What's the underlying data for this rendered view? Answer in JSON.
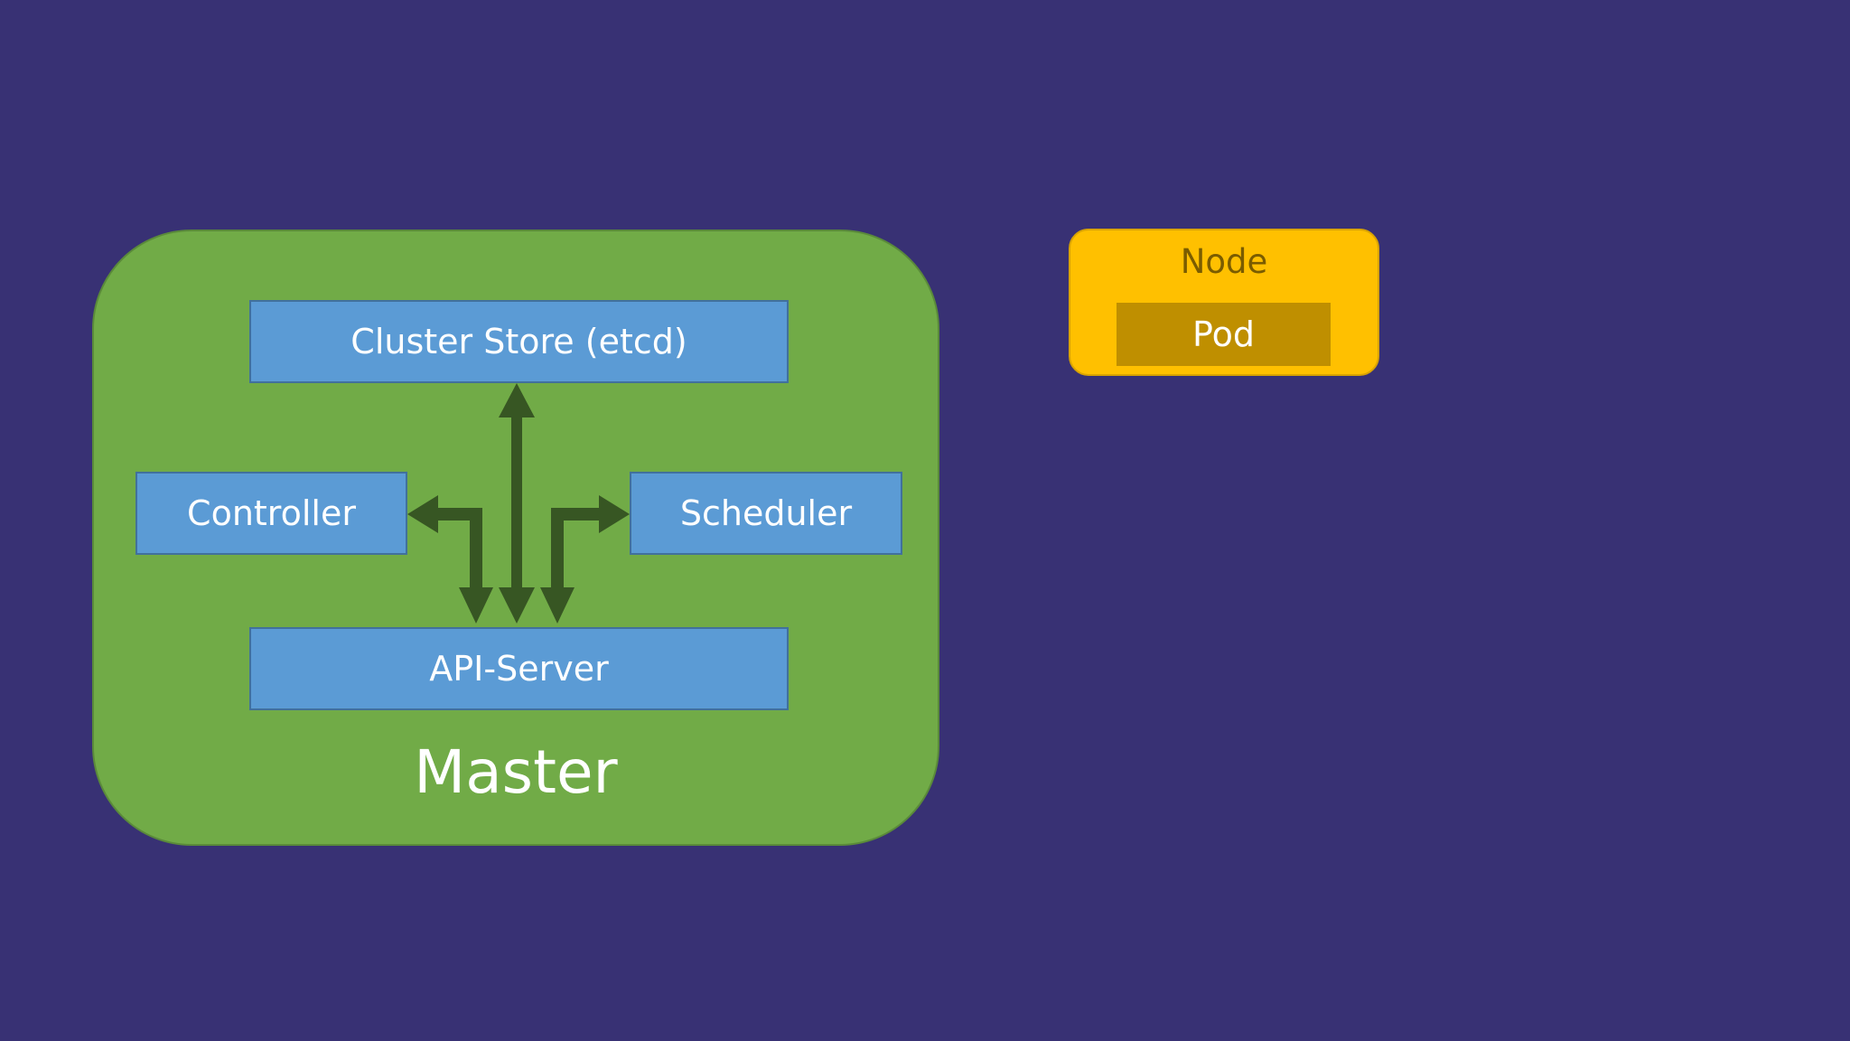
{
  "diagram": {
    "master": {
      "label": "Master",
      "components": {
        "cluster_store": "Cluster Store (etcd)",
        "controller": "Controller",
        "scheduler": "Scheduler",
        "api_server": "API-Server"
      }
    },
    "node": {
      "label": "Node",
      "pod": "Pod"
    }
  },
  "colors": {
    "background": "#383174",
    "master_fill": "#71AB47",
    "component_fill": "#5B9BD5",
    "arrow": "#375623",
    "node_fill": "#FFC000",
    "pod_fill": "#BF8F00"
  }
}
